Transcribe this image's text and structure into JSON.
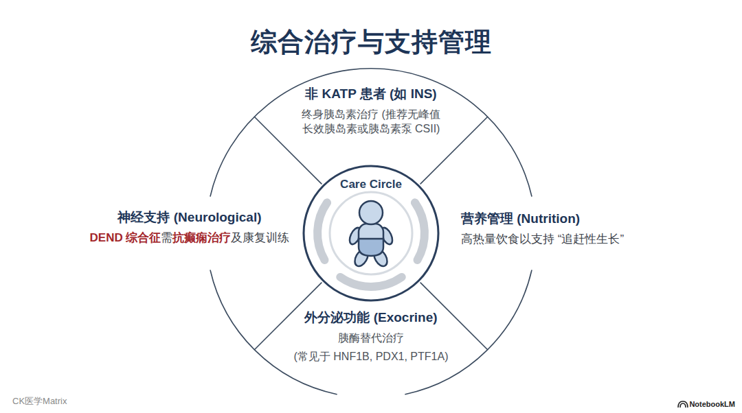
{
  "diagram": {
    "title": "综合治疗与支持管理",
    "nodes": [
      {
        "text": [
          "非 KATP 患者 (如 INS)",
          "终身胰岛素治疗 (推荐无峰值 长效胰岛素或胰岛素泵 CSII)"
        ]
      },
      {
        "text": [
          "神经支持 (Neurological)",
          "DEND 综合征",
          "需",
          "抗癫痫治疗",
          "及康复训练"
        ]
      },
      {
        "text": [
          "Care Circle"
        ]
      },
      {
        "text": [
          "营养管理 (Nutrition)",
          "高热量饮食以支持 “追赶性生长”"
        ]
      },
      {
        "text": [
          "外分泌功能 (Exocrine)",
          "胰酶替代治疗",
          "(常见于 HNF1B, PDX1, PTF1A)"
        ]
      }
    ],
    "labels": [
      "CK医学Matrix",
      "NotebookLM"
    ]
  }
}
